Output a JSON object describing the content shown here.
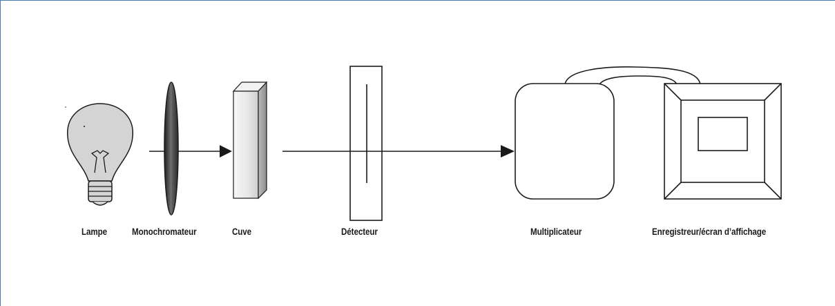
{
  "labels": {
    "lamp": "Lampe",
    "monochromator": "Monochromateur",
    "cuvette": "Cuve",
    "detector": "Détecteur",
    "multiplier": "Multiplicateur",
    "recorder": "Enregistreur/écran d’affichage"
  },
  "colors": {
    "frame_border": "#4a7ab8",
    "line": "#1a1a1a",
    "bulb_fill": "#d4d4d4",
    "lens_fill": "#4d4d4d"
  }
}
